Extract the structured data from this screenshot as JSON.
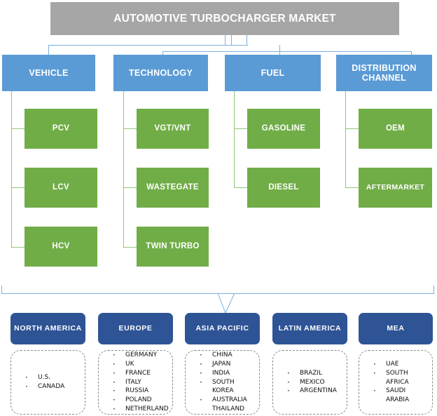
{
  "root": {
    "title": "AUTOMOTIVE TURBOCHARGER MARKET",
    "color": "#a6a6a6"
  },
  "colors": {
    "root_gray": "#a6a6a6",
    "category_blue": "#5b9bd5",
    "sub_green": "#70ad47",
    "region_navy": "#2e5496",
    "connector_blue": "#7cafdd",
    "connector_green": "#93c47d",
    "dashed_border": "#8a8a8a",
    "text_white": "#ffffff",
    "text_black": "#0f0f0f"
  },
  "categories": [
    {
      "label": "VEHICLE",
      "items": [
        {
          "label": "PCV"
        },
        {
          "label": "LCV"
        },
        {
          "label": "HCV"
        }
      ]
    },
    {
      "label": "TECHNOLOGY",
      "items": [
        {
          "label": "VGT/VNT"
        },
        {
          "label": "WASTEGATE"
        },
        {
          "label": "TWIN TURBO"
        }
      ]
    },
    {
      "label": "FUEL",
      "items": [
        {
          "label": "GASOLINE"
        },
        {
          "label": "DIESEL"
        }
      ]
    },
    {
      "label": "DISTRIBUTION CHANNEL",
      "items": [
        {
          "label": "OEM"
        },
        {
          "label": "AFTERMARKET"
        }
      ]
    }
  ],
  "regions": [
    {
      "label": "NORTH AMERICA",
      "countries": [
        {
          "name": "U.S.",
          "bulleted": true
        },
        {
          "name": "CANADA",
          "bulleted": true
        }
      ]
    },
    {
      "label": "EUROPE",
      "countries": [
        {
          "name": "GERMANY",
          "bulleted": true
        },
        {
          "name": "UK",
          "bulleted": true
        },
        {
          "name": "FRANCE",
          "bulleted": true
        },
        {
          "name": "ITALY",
          "bulleted": true
        },
        {
          "name": "RUSSIA",
          "bulleted": true
        },
        {
          "name": "POLAND",
          "bulleted": true
        },
        {
          "name": "NETHERLAND",
          "bulleted": true
        }
      ]
    },
    {
      "label": "ASIA PACIFIC",
      "countries": [
        {
          "name": "CHINA",
          "bulleted": true
        },
        {
          "name": "JAPAN",
          "bulleted": true
        },
        {
          "name": "INDIA",
          "bulleted": true
        },
        {
          "name": "SOUTH",
          "bulleted": true
        },
        {
          "name": "KOREA",
          "bulleted": false
        },
        {
          "name": "AUSTRALIA",
          "bulleted": true
        },
        {
          "name": "THAILAND",
          "bulleted": false
        }
      ]
    },
    {
      "label": "LATIN AMERICA",
      "countries": [
        {
          "name": "BRAZIL",
          "bulleted": true
        },
        {
          "name": "MEXICO",
          "bulleted": true
        },
        {
          "name": "ARGENTINA",
          "bulleted": true
        }
      ]
    },
    {
      "label": "MEA",
      "countries": [
        {
          "name": "UAE",
          "bulleted": true
        },
        {
          "name": "SOUTH",
          "bulleted": true
        },
        {
          "name": "AFRICA",
          "bulleted": false
        },
        {
          "name": "SAUDI",
          "bulleted": true
        },
        {
          "name": "ARABIA",
          "bulleted": false
        }
      ]
    }
  ]
}
